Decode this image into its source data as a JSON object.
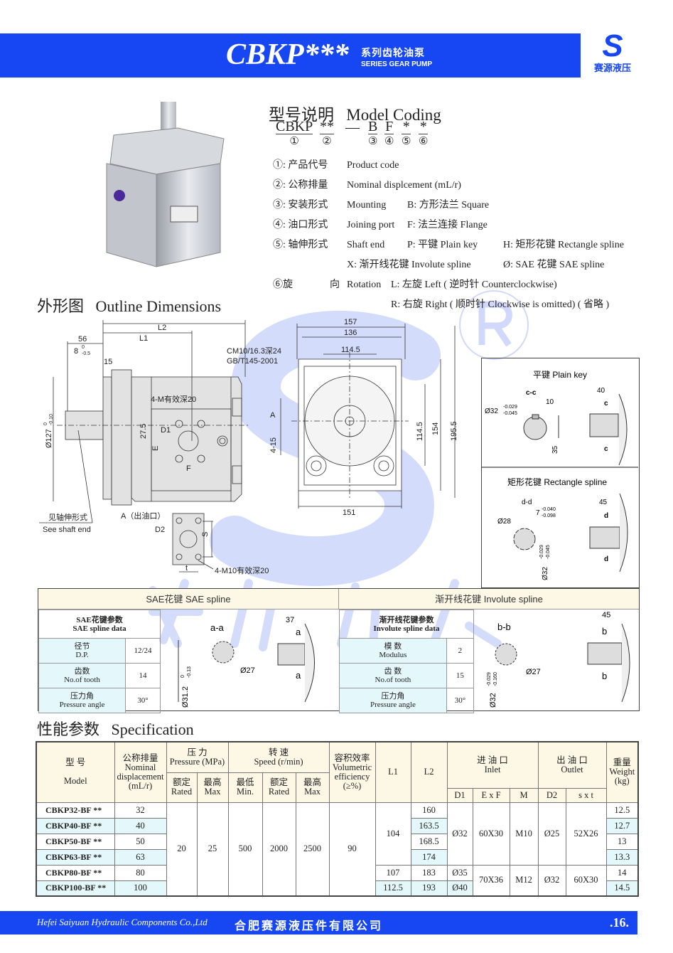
{
  "header": {
    "title": "CBKP***",
    "subtitle_cn": "系列齿轮油泵",
    "subtitle_en": "SERIES GEAR PUMP",
    "logo_text": "赛源液压",
    "logo_mark": "S"
  },
  "model_coding": {
    "heading_cn": "型号说明",
    "heading_en": "Model Coding",
    "parts": [
      {
        "code": "CBKP",
        "num": "①"
      },
      {
        "code": "**",
        "num": "②"
      },
      {
        "code": "—",
        "num": ""
      },
      {
        "code": "B",
        "num": "③"
      },
      {
        "code": "F",
        "num": "④"
      },
      {
        "code": "*",
        "num": "⑤"
      },
      {
        "code": "*",
        "num": "⑥"
      }
    ],
    "items": [
      {
        "num": "①:",
        "cn": "产品代号",
        "en": "Product code"
      },
      {
        "num": "②:",
        "cn": "公称排量",
        "en": "Nominal displcement (mL/r)"
      },
      {
        "num": "③:",
        "cn": "安装形式",
        "en": "Mounting",
        "opt1": "B: 方形法兰  Square"
      },
      {
        "num": "④:",
        "cn": "油口形式",
        "en": "Joining port",
        "opt1": "F: 法兰连接  Flange"
      },
      {
        "num": "⑤:",
        "cn": "轴伸形式",
        "en": "Shaft end",
        "opt1": "P: 平键  Plain key",
        "opt2": "H: 矩形花键  Rectangle spline",
        "opt3": "X: 渐开线花键  Involute spline",
        "opt4": "Ø: SAE 花键 SAE  spline"
      },
      {
        "num": "⑥旋",
        "cn": "向",
        "en": "Rotation",
        "opt1": "L: 左旋 Left ( 逆时针 Counterclockwise)",
        "opt2": "R: 右旋 Right ( 顺时针 Clockwise is omitted) ( 省略 )"
      }
    ]
  },
  "outline": {
    "heading_cn": "外形图",
    "heading_en": "Outline Dimensions",
    "labels": {
      "d56": "56",
      "d8": "8",
      "d8tol_up": "0",
      "d8tol_lo": "-0.5",
      "l1": "L1",
      "l2": "L2",
      "d15": "15",
      "cm": "CM10/16.3深24",
      "gb": "GB/T145-2001",
      "m4": "4-M有效深20",
      "d127": "Ø127",
      "d127tol_up": "0",
      "d127tol_lo": "-0.10",
      "d275": "27.5",
      "d1": "D1",
      "e": "E",
      "f": "F",
      "see_cn": "见轴伸形式",
      "see_en": "See shaft end",
      "a_out": "A（出油口）",
      "d2": "D2",
      "s": "S",
      "t": "t",
      "m10": "4-M10有效深20",
      "d157": "157",
      "d136": "136",
      "d1145h": "114.5",
      "d151": "151",
      "d1145v": "114.5",
      "d154": "154",
      "d1955": "195.5",
      "a": "A",
      "d415": "4-15"
    }
  },
  "shaft_box": {
    "plain_key": {
      "title": "平键    Plain key",
      "section": "c-c",
      "w": "10",
      "dia": "Ø32",
      "dia_up": "-0.029",
      "dia_lo": "-0.045",
      "h": "35",
      "len": "40",
      "mark": "c"
    },
    "rect_spline": {
      "title": "矩形花键    Rectangle spline",
      "section": "d-d",
      "w": "7",
      "w_up": "-0.040",
      "w_lo": "-0.098",
      "dia_in": "Ø28",
      "dia": "Ø32",
      "dia_up": "-0.029",
      "dia_lo": "-0.045",
      "len": "45",
      "mark": "d"
    }
  },
  "sae_spline": {
    "title": "SAE花键    SAE spline",
    "data_title_cn": "SAE花键参数",
    "data_title_en": "SAE spline data",
    "rows": [
      {
        "cn": "径节",
        "en": "D.P.",
        "value": "12/24"
      },
      {
        "cn": "齿数",
        "en": "No.of tooth",
        "value": "14"
      },
      {
        "cn": "压力角",
        "en": "Pressure angle",
        "value": "30°"
      }
    ],
    "section": "a-a",
    "len": "37",
    "dia_in": "Ø27",
    "dia": "Ø31.2",
    "dia_up": "0",
    "dia_lo": "-0.13",
    "mark": "a"
  },
  "involute_spline": {
    "title": "渐开线花键    Involute spline",
    "data_title_cn": "渐开线花键参数",
    "data_title_en": "Involute  spline data",
    "rows": [
      {
        "cn": "模  数",
        "en": "Modulus",
        "value": "2"
      },
      {
        "cn": "齿  数",
        "en": "No.of tooth",
        "value": "15"
      },
      {
        "cn": "压力角",
        "en": "Pressure angle",
        "value": "30°"
      }
    ],
    "section": "b-b",
    "len": "45",
    "dia_in": "Ø27",
    "dia": "Ø32",
    "dia_up": "-0.029",
    "dia_lo": "-0.160",
    "mark": "b"
  },
  "spec": {
    "heading_cn": "性能参数",
    "heading_en": "Specification",
    "headers": {
      "model_cn": "型      号",
      "model_en": "Model",
      "disp_cn": "公称排量",
      "disp_en": "Nominal displacement (mL/r)",
      "pressure_cn": "压      力",
      "pressure_en": "Pressure (MPa)",
      "rated_cn": "额定",
      "rated_en": "Rated",
      "max_cn": "最高",
      "max_en": "Max",
      "speed_cn": "转      速",
      "speed_en": "Speed (r/min)",
      "min_cn": "最低",
      "min_en": "Min.",
      "eff_cn": "容积效率",
      "eff_en": "Volumetric efficiency",
      "eff_unit": "(≥%)",
      "l1": "L1",
      "l2": "L2",
      "inlet_cn": "进  油  口",
      "inlet_en": "Inlet",
      "outlet_cn": "出  油  口",
      "outlet_en": "Outlet",
      "weight_cn": "重量",
      "weight_en": "Weight (kg)",
      "d1": "D1",
      "exf": "E x F",
      "m": "M",
      "d2": "D2",
      "sxt": "s x t"
    },
    "shared": {
      "p_rated": "20",
      "p_max": "25",
      "s_min": "500",
      "s_rated": "2000",
      "s_max": "2500",
      "eff": "90",
      "l1_a": "104",
      "d1_a": "Ø32",
      "exf_a": "60X30",
      "m_a": "M10",
      "d2_a": "Ø25",
      "sxt_a": "52X26",
      "exf_b": "70X36",
      "m_b": "M12",
      "d2_b": "Ø32",
      "sxt_b": "60X30"
    },
    "rows": [
      {
        "model": "CBKP32-BF **",
        "disp": "32",
        "l2": "160",
        "weight": "12.5"
      },
      {
        "model": "CBKP40-BF **",
        "disp": "40",
        "l2": "163.5",
        "weight": "12.7"
      },
      {
        "model": "CBKP50-BF **",
        "disp": "50",
        "l2": "168.5",
        "weight": "13"
      },
      {
        "model": "CBKP63-BF **",
        "disp": "63",
        "l2": "174",
        "weight": "13.3"
      },
      {
        "model": "CBKP80-BF **",
        "disp": "80",
        "l1": "107",
        "l2": "183",
        "d1": "Ø35",
        "weight": "14"
      },
      {
        "model": "CBKP100-BF **",
        "disp": "100",
        "l1": "112.5",
        "l2": "193",
        "d1": "Ø40",
        "weight": "14.5"
      }
    ]
  },
  "footer": {
    "company_en": "Hefei Saiyuan Hydraulic Components Co.,Ltd",
    "company_cn": "合肥赛源液压件有限公司",
    "page": ".16."
  },
  "watermark": {
    "text": "赛源液压",
    "mark": "S",
    "reg": "R"
  },
  "colors": {
    "brand_blue": "#1747f2",
    "header_cream": "#fdf8e6",
    "row_cyan": "#e4f7fa"
  }
}
